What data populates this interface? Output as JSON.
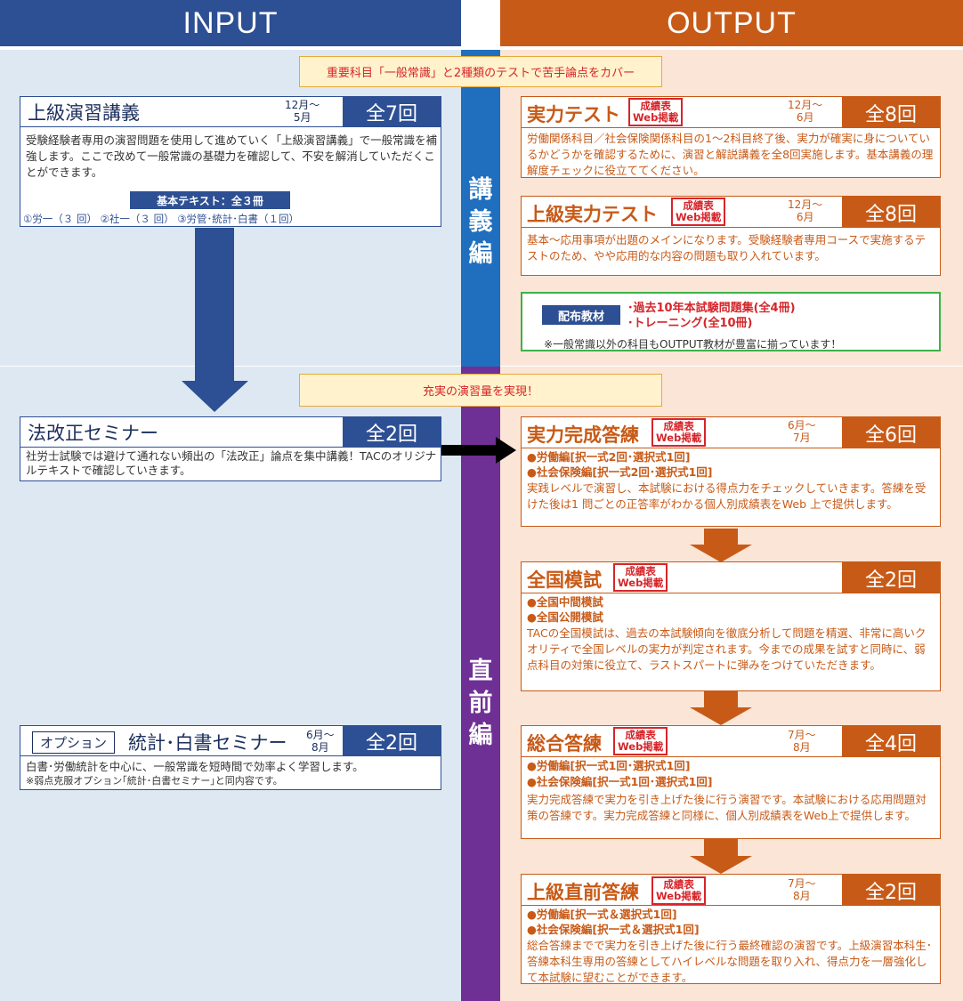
{
  "headers": {
    "input": "INPUT",
    "output": "OUTPUT"
  },
  "sections": {
    "lecture": "講義編",
    "final": "直前編"
  },
  "notes": {
    "top": "重要科目「一般常識」と2種類のテストで苦手論点をカバー",
    "middle": "充実の演習量を実現！"
  },
  "input": {
    "advanced_lecture": {
      "title": "上級演習講義",
      "period_start": "12月～",
      "period_end": "5月",
      "count": "全7回",
      "description": "受験経験者専用の演習問題を使用して進めていく「上級演習講義」で一般常識を補強します。ここで改めて一般常識の基礎力を確認して、不安を解消していただくことができます。",
      "textbook_label": "基本テキスト：全３冊",
      "textbook_items": "①労一（３ 回） ②社一（３ 回） ③労管･統計･白書（１回）"
    },
    "law_revision": {
      "title": "法改正セミナー",
      "count": "全2回",
      "description": "社労士試験では避けて通れない頻出の「法改正」論点を集中講義！TACのオリジナルテキストで確認していきます。"
    },
    "statistics": {
      "option_tag": "オプション",
      "title": "統計･白書セミナー",
      "period_start": "6月～",
      "period_end": "8月",
      "count": "全2回",
      "description": "白書･労働統計を中心に、一般常識を短時間で効率よく学習します。",
      "footnote": "※弱点克服オプション｢統計･白書セミナー｣と同内容です。"
    }
  },
  "badge_text": {
    "line1": "成績表",
    "line2": "Web掲載"
  },
  "output": {
    "ability_test": {
      "title": "実力テスト",
      "period_start": "12月～",
      "period_end": "6月",
      "count": "全8回",
      "description": "労働関係科目／社会保険関係科目の1～2科目終了後、実力が確実に身についているかどうかを確認するために、演習と解説講義を全8回実施します。基本講義の理解度チェックに役立ててください。"
    },
    "advanced_test": {
      "title": "上級実力テスト",
      "period_start": "12月～",
      "period_end": "6月",
      "count": "全8回",
      "description": "基本～応用事項が出題のメインになります。受験経験者専用コースで実施するテストのため、やや応用的な内容の問題も取り入れています。"
    },
    "materials": {
      "label": "配布教材",
      "item1": "･過去10年本試験問題集(全4冊)",
      "item2": "･トレーニング(全10冊)",
      "note": "※一般常識以外の科目もOUTPUT教材が豊富に揃っています！"
    },
    "completion_drill": {
      "title": "実力完成答練",
      "period_start": "6月～",
      "period_end": "7月",
      "count": "全6回",
      "bullet1": "●労働編[択一式2回･選択式1回]",
      "bullet2": "●社会保険編[択一式2回･選択式1回]",
      "description": "実践レベルで演習し、本試験における得点力をチェックしていきます。答練を受けた後は1 問ごとの正答率がわかる個人別成績表をWeb 上で提供します。"
    },
    "national_mock": {
      "title": "全国模試",
      "count": "全2回",
      "bullet1": "●全国中間模試",
      "bullet2": "●全国公開模試",
      "description": "TACの全国模試は、過去の本試験傾向を徹底分析して問題を精選、非常に高いクオリティで全国レベルの実力が判定されます。今までの成果を試すと同時に、弱点科目の対策に役立て、ラストスパートに弾みをつけていただきます。"
    },
    "comprehensive_drill": {
      "title": "総合答練",
      "period_start": "7月～",
      "period_end": "8月",
      "count": "全4回",
      "bullet1": "●労働編[択一式1回･選択式1回]",
      "bullet2": "●社会保険編[択一式1回･選択式1回]",
      "description": "実力完成答練で実力を引き上げた後に行う演習です。本試験における応用問題対策の答練です。実力完成答練と同様に、個人別成績表をWeb上で提供します。"
    },
    "advanced_final_drill": {
      "title": "上級直前答練",
      "period_start": "7月～",
      "period_end": "8月",
      "count": "全2回",
      "bullet1": "●労働編[択一式＆選択式1回]",
      "bullet2": "●社会保険編[択一式＆選択式1回]",
      "description": "総合答練までで実力を引き上げた後に行う最終確認の演習です。上級演習本科生･答練本科生専用の答練としてハイレベルな問題を取り入れ、得点力を一層強化して本試験に望むことができます。"
    }
  },
  "colors": {
    "input_blue": "#2d4f93",
    "output_orange": "#c85a17",
    "lecture_blue": "#1f6fbe",
    "final_purple": "#6f3095",
    "badge_red": "#d6252a"
  }
}
